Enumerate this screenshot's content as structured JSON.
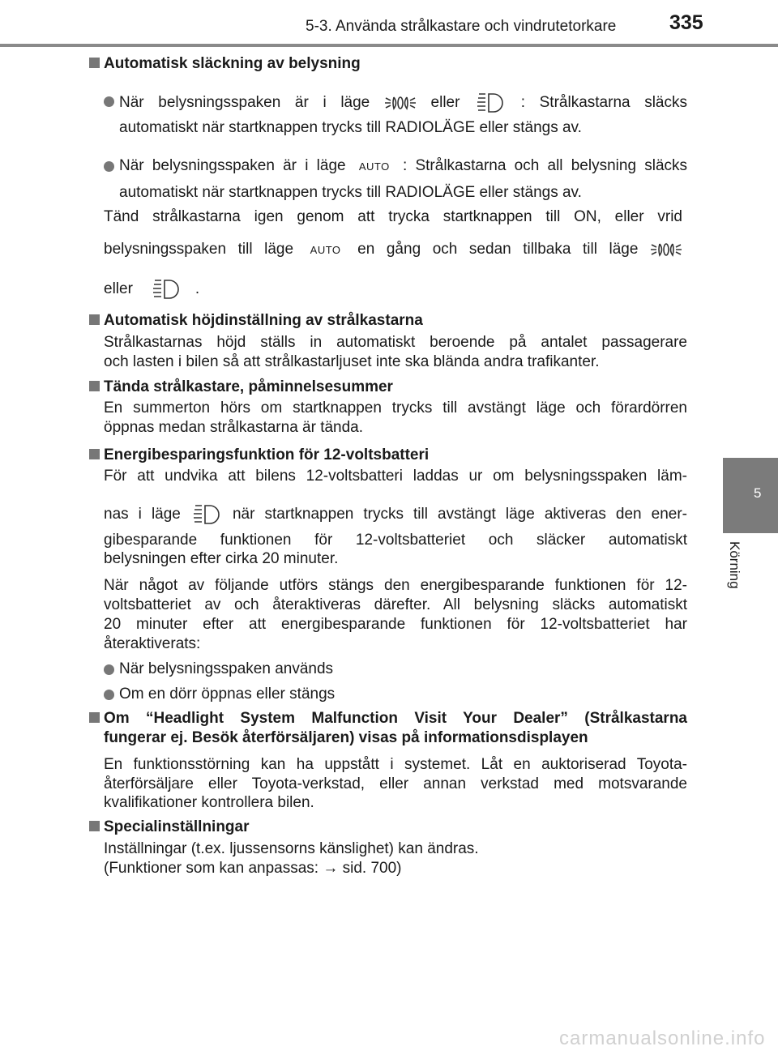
{
  "header": {
    "section": "5-3. Använda strålkastare och vindrutetorkare",
    "page_number": "335"
  },
  "side_tab": {
    "chapter": "5",
    "label": "Körning"
  },
  "icons": {
    "auto_label": "AUTO"
  },
  "s1": {
    "heading": "Automatisk släckning av belysning",
    "b1": [
      "När belysningsspaken är i läge",
      "eller",
      ": Strålkastarna släcks",
      "automatiskt när startknappen trycks till RADIOLÄGE eller stängs av."
    ],
    "b2": [
      "När belysningsspaken är i läge",
      ": Strålkastarna och all belysning släcks",
      "automatiskt när startknappen trycks till RADIOLÄGE eller stängs av."
    ],
    "p": [
      "Tänd strålkastarna igen genom att trycka startknappen till ON, eller vrid",
      "belysningsspaken till läge",
      "en gång och sedan tillbaka till läge",
      "eller",
      "."
    ]
  },
  "s2": {
    "heading": "Automatisk höjdinställning av strålkastarna",
    "lines": [
      "Strålkastarnas höjd ställs in automatiskt beroende på antalet passagerare",
      "och lasten i bilen så att strålkastarljuset inte ska blända andra trafikanter."
    ]
  },
  "s3": {
    "heading": "Tända strålkastare, påminnelsesummer",
    "lines": [
      "En summerton hörs om startknappen trycks till avstängt läge och förardörren",
      "öppnas medan strålkastarna är tända."
    ]
  },
  "s4": {
    "heading": "Energibesparingsfunktion för 12-voltsbatteri",
    "lines": [
      "För att undvika att bilens 12-voltsbatteri laddas ur om belysningsspaken läm-",
      "nas i läge",
      "när startknappen trycks till avstängt läge aktiveras den ener-",
      "gibesparande funktionen för 12-voltsbatteriet och släcker automatiskt",
      "belysningen efter cirka 20 minuter."
    ],
    "p2": [
      "När något av följande utförs stängs den energibesparande funktionen för 12-",
      "voltsbatteriet av och återaktiveras därefter. All belysning släcks automatiskt",
      "20 minuter efter att energibesparande funktionen för 12-voltsbatteriet har",
      "återaktiverats:"
    ],
    "bullets": [
      "När belysningsspaken används",
      "Om en dörr öppnas eller stängs"
    ]
  },
  "s5": {
    "heading": [
      "Om “Headlight System Malfunction Visit Your Dealer” (Strålkastarna",
      "fungerar ej. Besök återförsäljaren) visas på informationsdisplayen"
    ],
    "lines": [
      "En funktionsstörning kan ha uppstått i systemet. Låt en auktoriserad Toyota-",
      "återförsäljare eller Toyota-verkstad, eller annan verkstad med motsvarande",
      "kvalifikationer kontrollera bilen."
    ]
  },
  "s6": {
    "heading": "Specialinställningar",
    "lines": [
      "Inställningar (t.ex. ljussensorns känslighet) kan ändras.",
      "(Funktioner som kan anpassas: → sid. 700)"
    ]
  },
  "watermark": "carmanualsonline.info"
}
